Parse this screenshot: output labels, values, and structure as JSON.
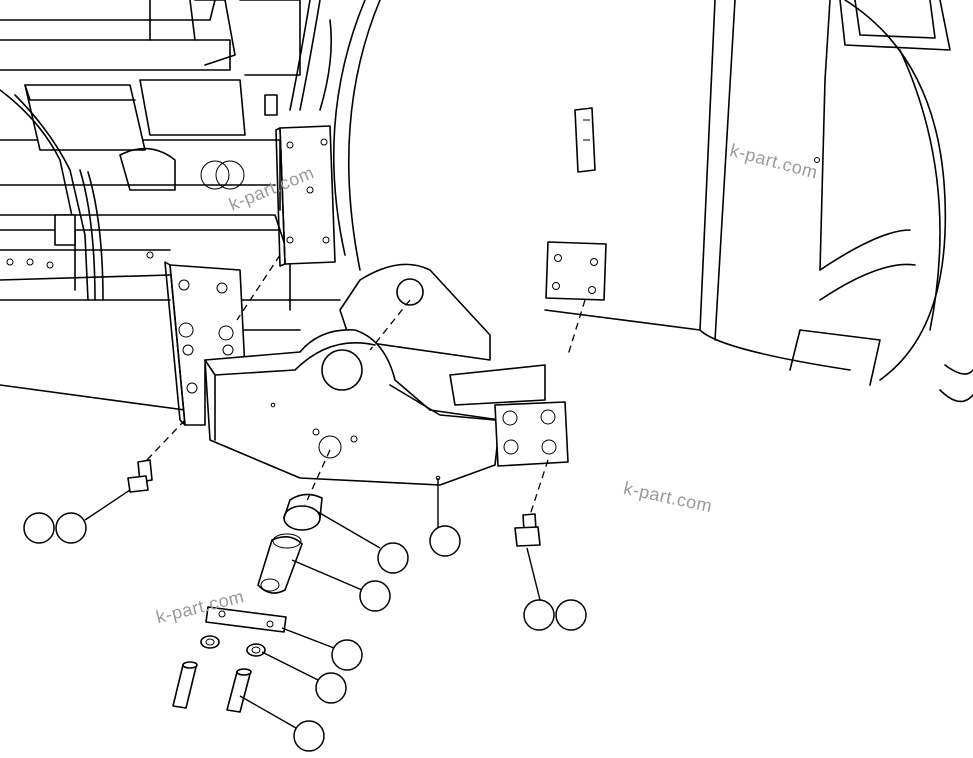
{
  "watermark": {
    "text": "k-part.com",
    "color": "#9a9a9a"
  },
  "callouts": [
    {
      "id": "callout-a",
      "label": ""
    },
    {
      "id": "callout-b",
      "label": ""
    },
    {
      "id": "callout-c",
      "label": ""
    },
    {
      "id": "callout-d",
      "label": ""
    },
    {
      "id": "callout-e",
      "label": ""
    },
    {
      "id": "callout-f",
      "label": ""
    },
    {
      "id": "callout-g",
      "label": ""
    },
    {
      "id": "callout-h",
      "label": ""
    },
    {
      "id": "callout-i",
      "label": ""
    },
    {
      "id": "callout-j",
      "label": ""
    }
  ]
}
